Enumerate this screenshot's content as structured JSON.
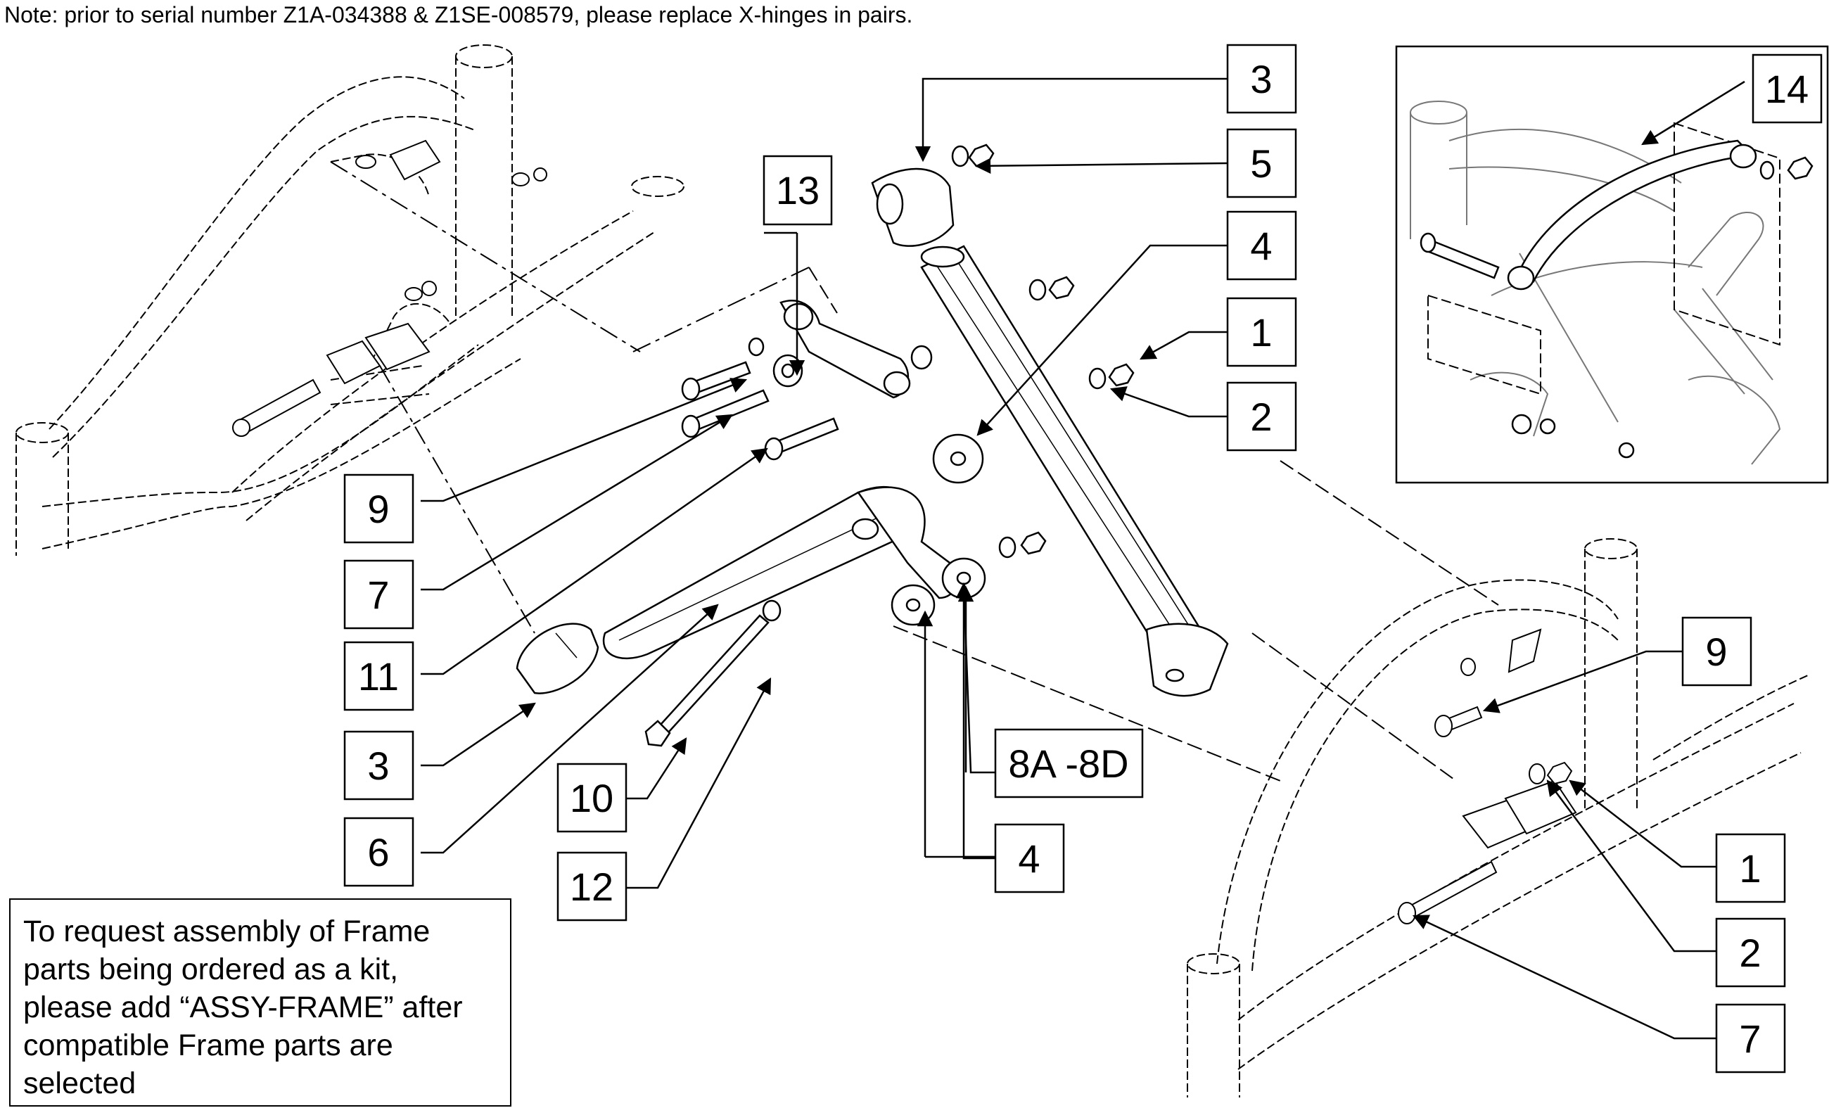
{
  "note": "Note: prior to serial number Z1A-034388 & Z1SE-008579, please replace X-hinges in pairs.",
  "assembly_note": [
    "To request assembly of Frame",
    "parts being ordered as a kit,",
    "please add “ASSY-FRAME” after",
    "compatible Frame parts are",
    "selected"
  ],
  "callouts": {
    "c3_top": "3",
    "c5": "5",
    "c4_top": "4",
    "c1_mid": "1",
    "c2_mid": "2",
    "c13": "13",
    "c14": "14",
    "c9_left": "9",
    "c7_left": "7",
    "c11": "11",
    "c3_left": "3",
    "c6": "6",
    "c10": "10",
    "c12": "12",
    "c4_bottom": "4",
    "c8": "8A -8D",
    "c9_right": "9",
    "c1_right": "1",
    "c2_right": "2",
    "c7_right": "7"
  }
}
